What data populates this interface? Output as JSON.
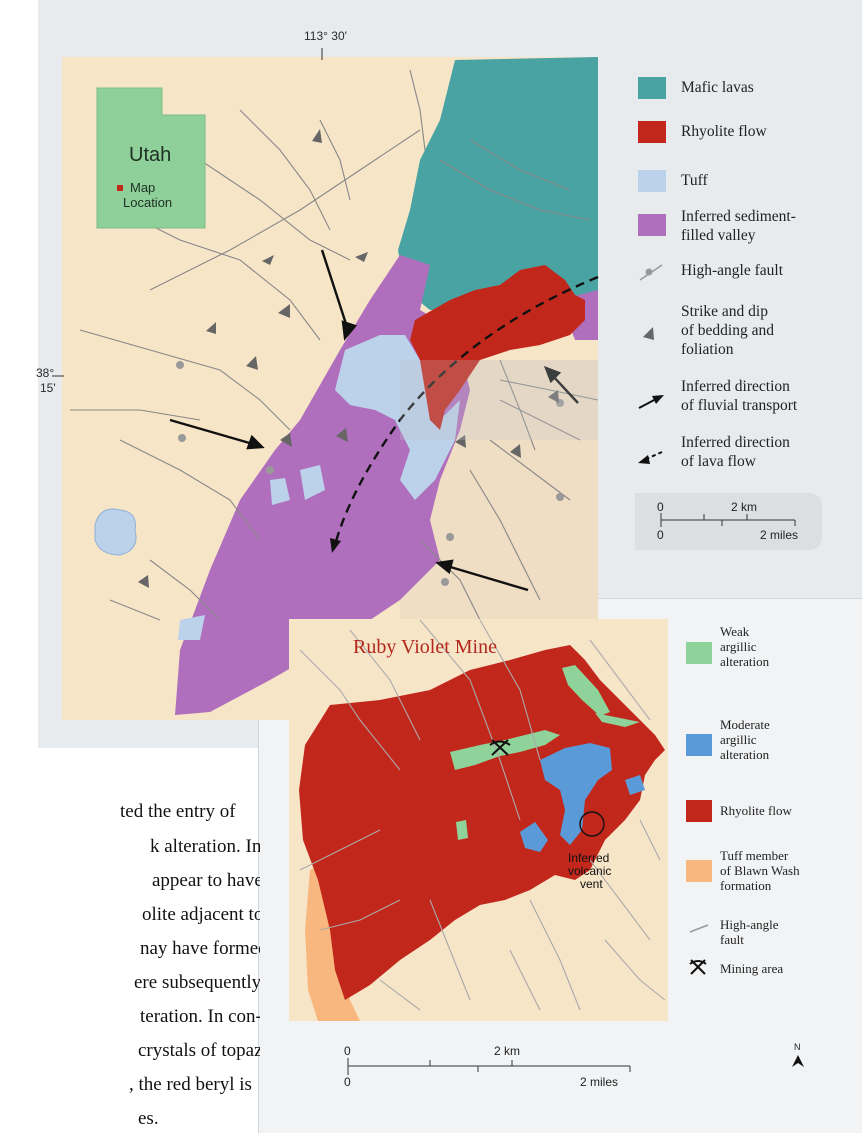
{
  "main_map": {
    "longitude_label": "113° 30'",
    "latitude_label_1": "38°",
    "latitude_label_2": "15'",
    "inset": {
      "title": "Utah",
      "marker_label_1": "Map",
      "marker_label_2": "Location"
    },
    "legend": [
      {
        "label": "Mafic lavas",
        "color": "#4aa3a3"
      },
      {
        "label": "Rhyolite flow",
        "color": "#c2271b"
      },
      {
        "label": "Tuff",
        "color": "#bcd1ea"
      },
      {
        "label_1": "Inferred sediment-",
        "label_2": "filled valley",
        "color": "#b06fbd"
      },
      {
        "label": "High-angle fault"
      },
      {
        "label_1": "Strike and dip",
        "label_2": "of bedding and",
        "label_3": "foliation"
      },
      {
        "label_1": "Inferred direction",
        "label_2": "of fluvial transport"
      },
      {
        "label_1": "Inferred direction",
        "label_2": "of lava flow"
      }
    ],
    "scale": {
      "km_start": "0",
      "km_end": "2 km",
      "mi_start": "0",
      "mi_end": "2 miles"
    }
  },
  "detail_map": {
    "title": "Ruby Violet Mine",
    "vent_label_1": "Inferred",
    "vent_label_2": "volcanic",
    "vent_label_3": "vent",
    "legend": [
      {
        "label_1": "Weak",
        "label_2": "argillic",
        "label_3": "alteration",
        "color": "#8fd39a"
      },
      {
        "label_1": "Moderate",
        "label_2": "argillic",
        "label_3": "alteration",
        "color": "#5b9ad8"
      },
      {
        "label": "Rhyolite flow",
        "color": "#c2271b"
      },
      {
        "label_1": "Tuff member",
        "label_2": "of Blawn Wash",
        "label_3": "formation",
        "color": "#f8b77f"
      },
      {
        "label_1": "High-angle",
        "label_2": "fault"
      },
      {
        "label": "Mining area"
      }
    ],
    "scale": {
      "km_start": "0",
      "km_end": "2 km",
      "mi_start": "0",
      "mi_end": "2 miles"
    },
    "north_label": "N"
  },
  "body_text": [
    "ted the entry of",
    "k alteration. In",
    "appear to have",
    "olite adjacent to",
    "nay have formed",
    "ere subsequently",
    "teration. In con-",
    "crystals of topaz",
    ", the red beryl is",
    "es."
  ]
}
